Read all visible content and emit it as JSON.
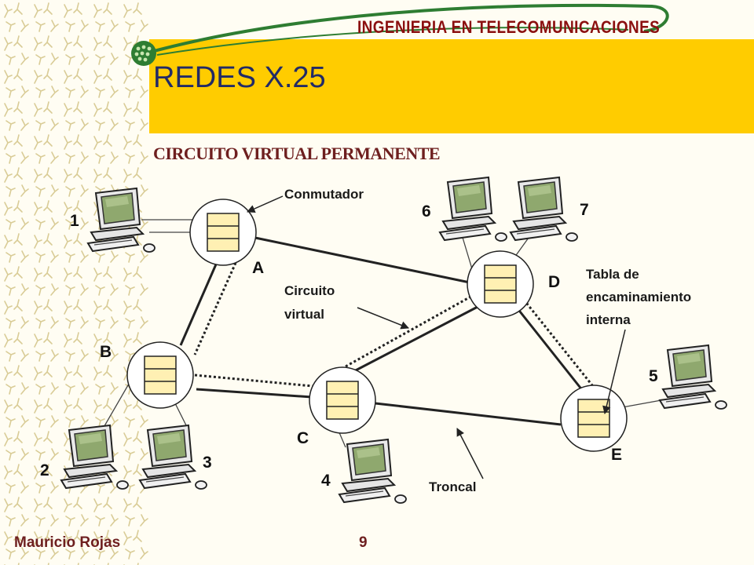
{
  "header": {
    "brand": "INGENIERIA EN TELECOMUNICACIONES",
    "title": "REDES X.25",
    "subtitle": "CIRCUITO VIRTUAL PERMANENTE"
  },
  "diagram": {
    "switches": {
      "A": "A",
      "B": "B",
      "C": "C",
      "D": "D",
      "E": "E"
    },
    "terminals": {
      "t1": "1",
      "t2": "2",
      "t3": "3",
      "t4": "4",
      "t5": "5",
      "t6": "6",
      "t7": "7"
    },
    "annotations": {
      "switch": "Conmutador",
      "virtual_circuit_line1": "Circuito",
      "virtual_circuit_line2": "virtual",
      "routing_table_line1": "Tabla de",
      "routing_table_line2": "encaminamiento",
      "routing_table_line3": "interna",
      "trunk": "Troncal"
    }
  },
  "footer": {
    "author": "Mauricio Rojas",
    "page": "9"
  },
  "colors": {
    "header_band": "#ffcc00",
    "brand_text": "#8b1010",
    "swoosh": "#2e7d32",
    "title": "#222a66",
    "subtitle": "#6e1f1f",
    "monitor_screen": "#8fa86e",
    "switch_table": "#fff0b3"
  }
}
